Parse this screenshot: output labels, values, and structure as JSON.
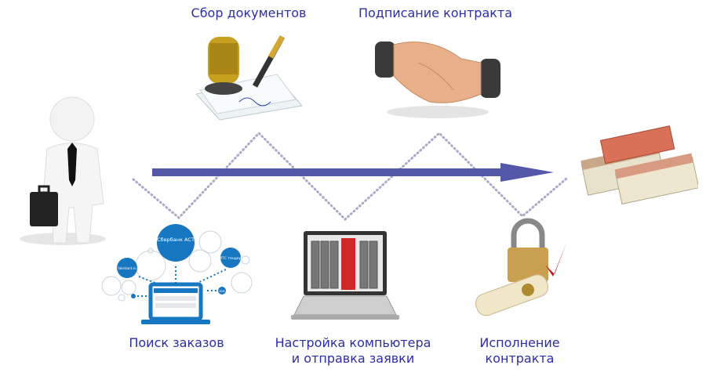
{
  "steps": {
    "collect_docs": "Сбор документов",
    "sign_contract": "Подписание контракта",
    "search_orders": "Поиск заказов",
    "setup_line1": "Настройка компьютера",
    "setup_line2": "и отправка заявки",
    "execution_line1": "Исполнение",
    "execution_line2": "контракта"
  },
  "platforms": {
    "sberbank": "Сбербанк АСТ",
    "fabrikant": "fabrikant.ru",
    "rts": "РТС тендер",
    "b2b": "B2B"
  },
  "colors": {
    "label": "#2d2da6",
    "arrow": "#5558a8",
    "zigzag": "#a8aac8",
    "platform_blue": "#1777c0"
  }
}
